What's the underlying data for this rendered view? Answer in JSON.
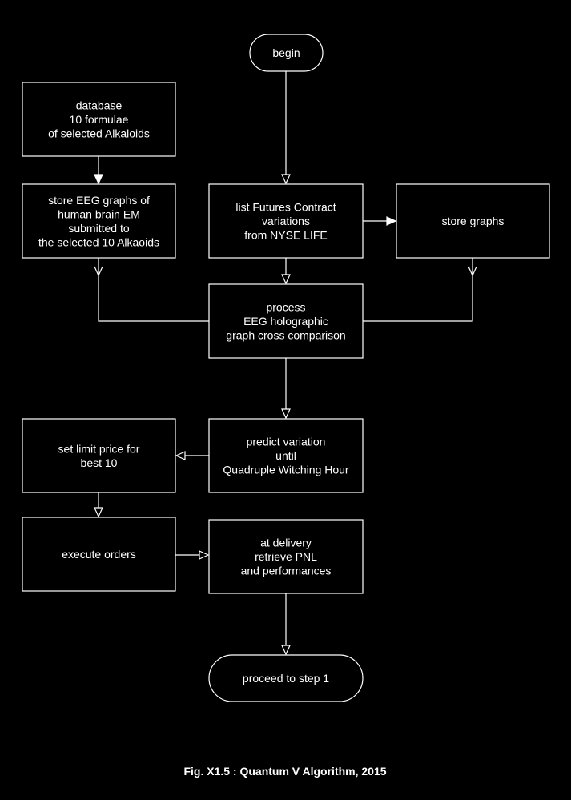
{
  "nodes": {
    "begin": {
      "lines": [
        "begin"
      ]
    },
    "database": {
      "lines": [
        "database",
        "10 formulae",
        "of selected Alkaloids"
      ]
    },
    "store_eeg": {
      "lines": [
        "store EEG graphs of",
        "human brain EM",
        "submitted to",
        "the selected 10 Alkaoids"
      ]
    },
    "list_futures": {
      "lines": [
        "list Futures Contract",
        "variations",
        "from NYSE LIFE"
      ]
    },
    "store_graphs": {
      "lines": [
        "store graphs"
      ]
    },
    "process": {
      "lines": [
        "process",
        "EEG holographic",
        "graph cross comparison"
      ]
    },
    "predict": {
      "lines": [
        "predict variation",
        "until",
        "Quadruple Witching Hour"
      ]
    },
    "set_limit": {
      "lines": [
        "set limit price for",
        "best 10"
      ]
    },
    "execute": {
      "lines": [
        "execute orders"
      ]
    },
    "delivery": {
      "lines": [
        "at delivery",
        "retrieve PNL",
        "and performances"
      ]
    },
    "proceed": {
      "lines": [
        "proceed to step 1"
      ]
    }
  },
  "caption": "Fig. X1.5 : Quantum V Algorithm, 2015",
  "colors": {
    "background": "#000000",
    "stroke": "#ffffff",
    "text": "#ffffff"
  }
}
